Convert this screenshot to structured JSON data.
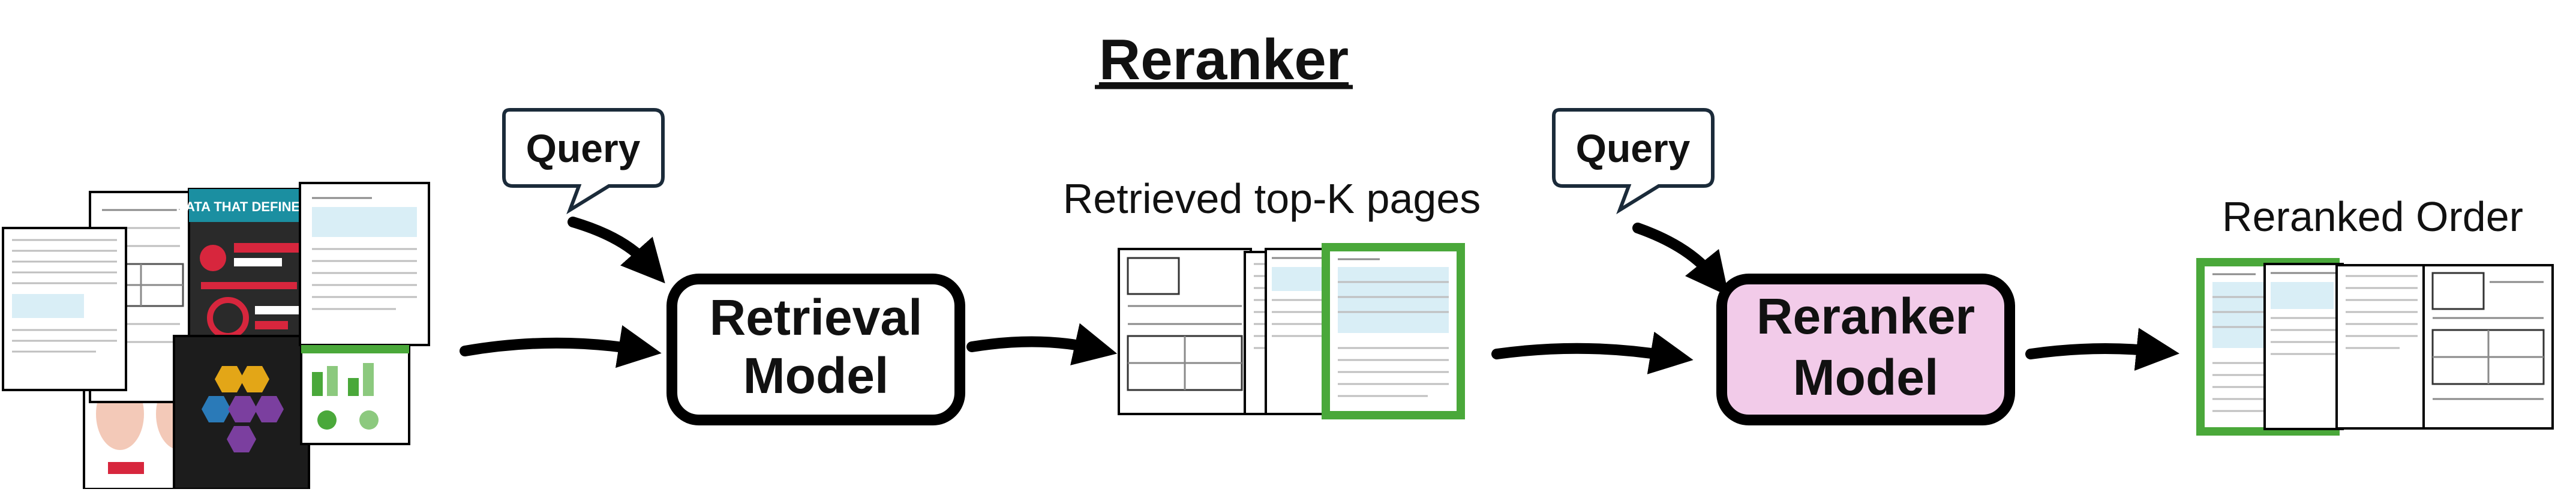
{
  "title": "Reranker",
  "query_left": "Query",
  "query_right": "Query",
  "retrieval_box": {
    "line1": "Retrieval",
    "line2": "Model"
  },
  "reranker_box": {
    "line1": "Reranker",
    "line2": "Model"
  },
  "caption_retrieved": "Retrieved top-K pages",
  "caption_reranked": "Reranked Order",
  "infographic_heading": "DATA THAT DEFINE US",
  "colors": {
    "reranker_fill": "#f2cbe9",
    "highlight_green": "#4aa83a",
    "infographic_red": "#d7263d",
    "infographic_teal": "#1b8fa1",
    "infographic_dark": "#2a2a2a",
    "honeycomb_gold": "#e3a617",
    "honeycomb_blue": "#2a7ab8",
    "honeycomb_purple": "#7b3f9f"
  },
  "icons": [
    "speech-bubble-icon",
    "document-thumbnail-icon",
    "arrow-right-icon"
  ]
}
